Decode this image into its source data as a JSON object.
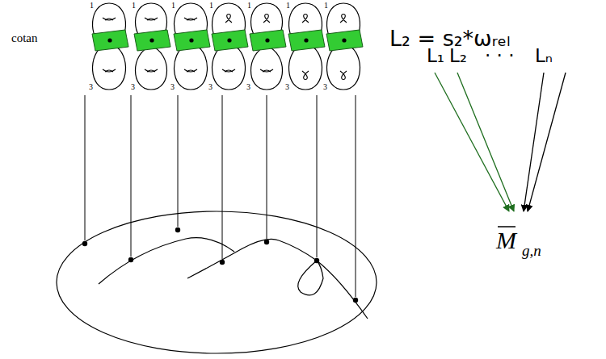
{
  "diagram": {
    "labels": [
      "cotan",
      "1",
      "3",
      "1",
      "3",
      "1",
      "3",
      "1",
      "3",
      "1",
      "3",
      "1",
      "3",
      "1",
      "3",
      "L₂ = s₂*ωᵣₑₗ",
      "L₁",
      "L₂",
      "· · ·",
      "Lₙ",
      "M",
      "g,n"
    ]
  }
}
